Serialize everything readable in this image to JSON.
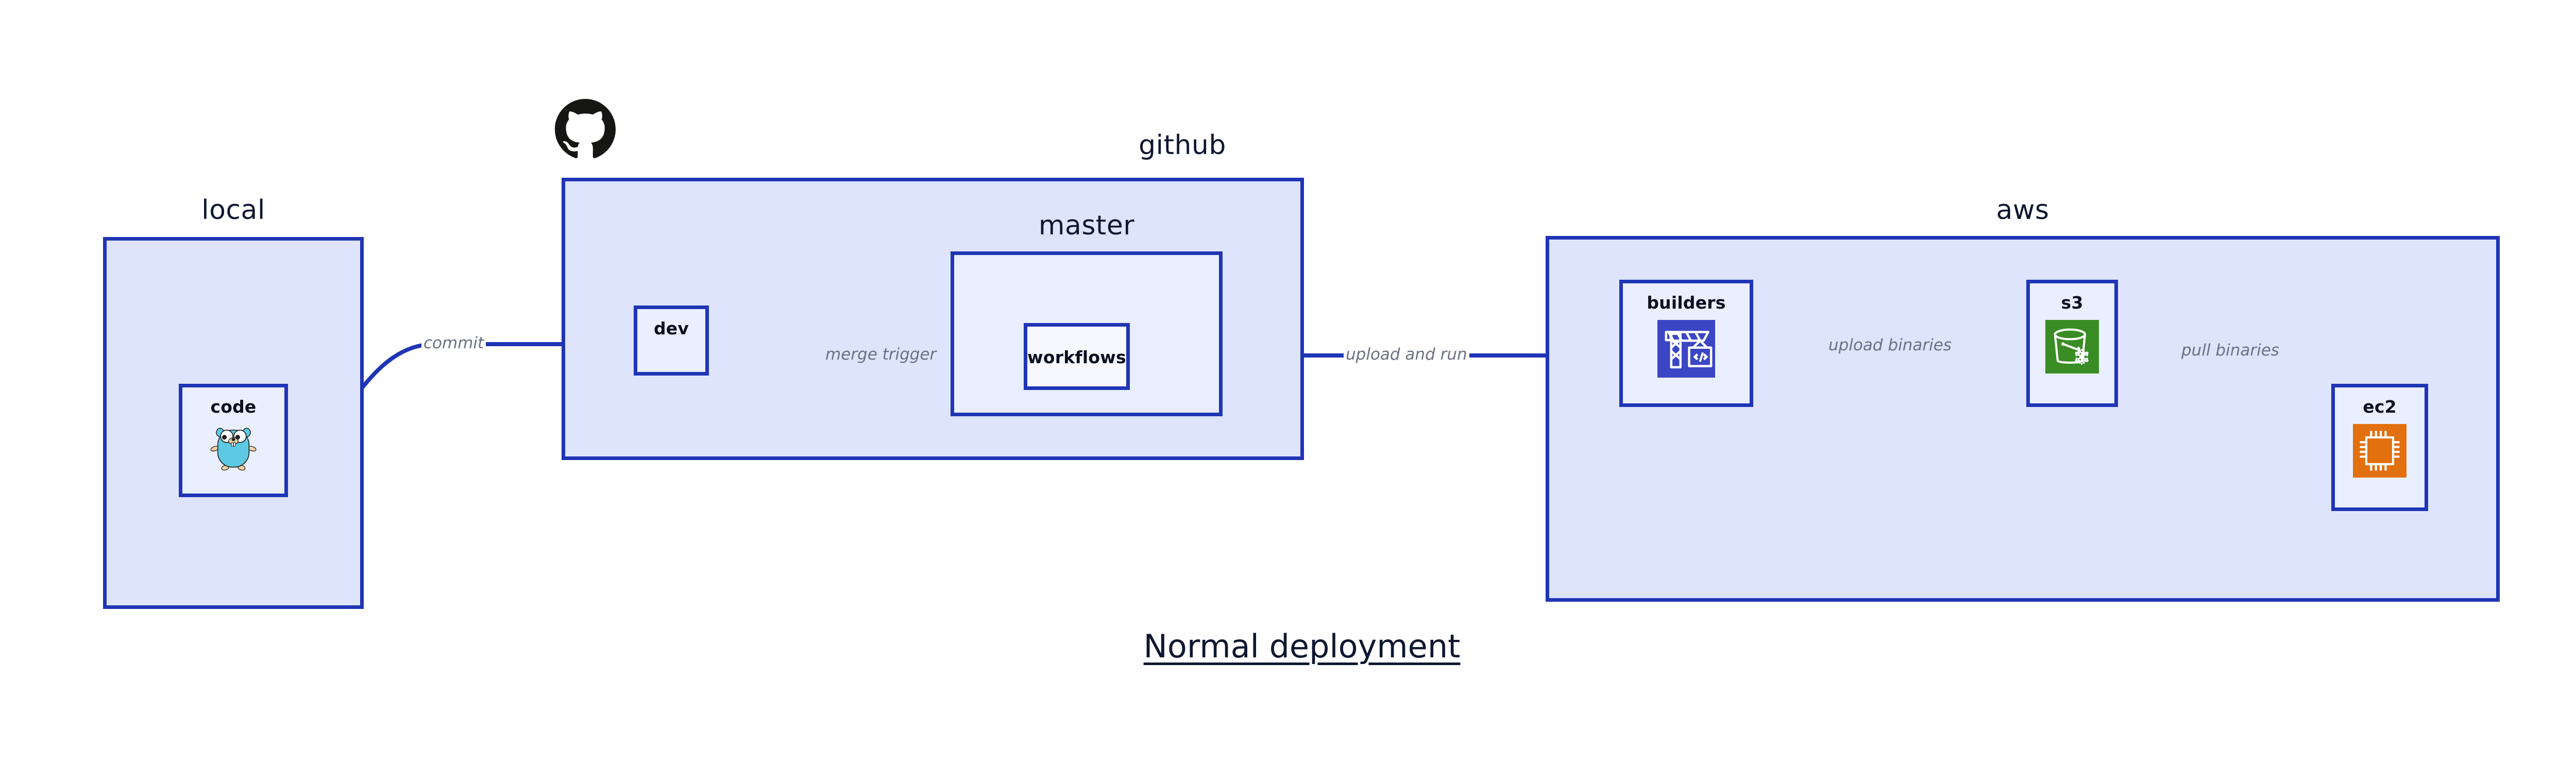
{
  "title": "Normal deployment",
  "colors": {
    "group_fill": "#dee4fb",
    "group_stroke": "#1f35b5",
    "node_fill": "#eaefff",
    "edge_stroke": "#1f35b5",
    "edge_label": "#6b7180",
    "text": "#0f1630",
    "builders_icon_bg": "#3b46c4",
    "s3_icon_bg": "#3a8c25",
    "ec2_icon_bg": "#e2700e",
    "gopher_body": "#5dc9e2",
    "github_logo": "#161614"
  },
  "groups": [
    {
      "id": "local",
      "label": "local"
    },
    {
      "id": "github",
      "label": "github"
    },
    {
      "id": "master",
      "label": "master"
    },
    {
      "id": "aws",
      "label": "aws"
    }
  ],
  "nodes": [
    {
      "id": "code",
      "label": "code",
      "icon": "go-gopher-icon"
    },
    {
      "id": "dev",
      "label": "dev",
      "icon": null
    },
    {
      "id": "workflows",
      "label": "workflows",
      "icon": null
    },
    {
      "id": "builders",
      "label": "builders",
      "icon": "aws-builders-crane-icon"
    },
    {
      "id": "s3",
      "label": "s3",
      "icon": "aws-s3-bucket-icon"
    },
    {
      "id": "ec2",
      "label": "ec2",
      "icon": "aws-ec2-chip-icon"
    }
  ],
  "edges": [
    {
      "id": "commit",
      "from": "code",
      "to": "dev",
      "label": "commit"
    },
    {
      "id": "merge-trigger",
      "from": "dev",
      "to": "workflows",
      "label": "merge trigger"
    },
    {
      "id": "upload-and-run",
      "from": "workflows",
      "to": "builders",
      "label": "upload and run"
    },
    {
      "id": "upload-binaries",
      "from": "builders",
      "to": "s3",
      "label": "upload binaries"
    },
    {
      "id": "pull-binaries",
      "from": "s3",
      "to": "ec2",
      "label": "pull binaries"
    }
  ]
}
